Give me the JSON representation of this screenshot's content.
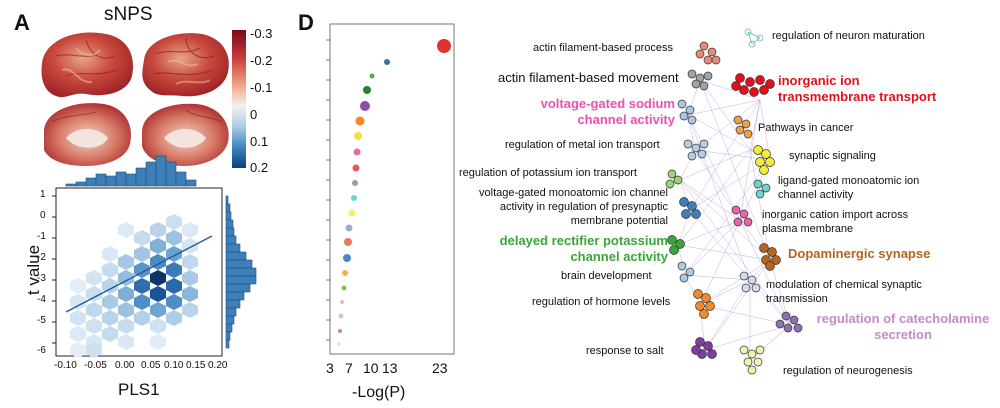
{
  "panel_a": {
    "letter": "A",
    "title": "sNPS",
    "colorbar_ticks": [
      "-0.3",
      "-0.2",
      "-0.1",
      "0",
      "0.1",
      "0.2"
    ],
    "scatter": {
      "xlabel": "PLS1",
      "ylabel": "t value",
      "x_ticks": [
        "-0.10",
        "-0.05",
        "0.00",
        "0.05",
        "0.10",
        "0.15",
        "0.20"
      ],
      "y_ticks": [
        "1",
        "0",
        "-1",
        "-2",
        "-3",
        "-4",
        "-5",
        "-6"
      ]
    }
  },
  "panel_d": {
    "letter": "D",
    "xlabel": "-Log(P)",
    "x_ticks": [
      "3",
      "7",
      "10",
      "13",
      "23"
    ]
  },
  "network": {
    "labels": [
      {
        "id": "actin-filament-process",
        "text": "actin filament-based process",
        "size": "normal",
        "color": "#111111"
      },
      {
        "id": "regulation-neuron-maturation",
        "text": "regulation of neuron maturation",
        "size": "normal",
        "color": "#111111"
      },
      {
        "id": "actin-filament-movement",
        "text": "actin filament-based movement",
        "size": "big",
        "color": "#111111"
      },
      {
        "id": "inorganic-ion-transport",
        "text": "inorganic ion transmembrane transport",
        "size": "col",
        "color": "#e3101b"
      },
      {
        "id": "voltage-gated-sodium",
        "text": "voltage-gated sodium channel activity",
        "size": "col",
        "color": "#ee4fb2"
      },
      {
        "id": "pathways-cancer",
        "text": "Pathways in cancer",
        "size": "normal",
        "color": "#111111"
      },
      {
        "id": "regulation-metal-ion",
        "text": "regulation of metal ion transport",
        "size": "normal",
        "color": "#111111"
      },
      {
        "id": "synaptic-signaling",
        "text": "synaptic signaling",
        "size": "normal",
        "color": "#111111"
      },
      {
        "id": "regulation-potassium",
        "text": "regulation of potassium ion transport",
        "size": "normal",
        "color": "#111111"
      },
      {
        "id": "ligand-gated",
        "text": "ligand-gated monoatomic ion channel activity",
        "size": "normal",
        "color": "#111111"
      },
      {
        "id": "voltage-gated-monoatomic",
        "text": "voltage-gated monoatomic ion channel activity in regulation of presynaptic membrane potential",
        "size": "normal",
        "color": "#111111"
      },
      {
        "id": "inorganic-cation-import",
        "text": "inorganic cation import across plasma membrane",
        "size": "normal",
        "color": "#111111"
      },
      {
        "id": "delayed-rectifier",
        "text": "delayed rectifier potassium channel activity",
        "size": "col",
        "color": "#3aa53a"
      },
      {
        "id": "dopaminergic-synapse",
        "text": "Dopaminergic synapse",
        "size": "col",
        "color": "#b5651d"
      },
      {
        "id": "brain-development",
        "text": "brain development",
        "size": "normal",
        "color": "#111111"
      },
      {
        "id": "modulation-chemical-synaptic",
        "text": "modulation of chemical synaptic transmission",
        "size": "normal",
        "color": "#111111"
      },
      {
        "id": "regulation-hormone",
        "text": "regulation of hormone levels",
        "size": "normal",
        "color": "#111111"
      },
      {
        "id": "regulation-catecholamine",
        "text": "regulation of catecholamine secretion",
        "size": "col",
        "color": "#c58ac7"
      },
      {
        "id": "response-salt",
        "text": "response to salt",
        "size": "normal",
        "color": "#111111"
      },
      {
        "id": "regulation-neurogenesis",
        "text": "regulation of neurogenesis",
        "size": "normal",
        "color": "#111111"
      }
    ]
  }
}
